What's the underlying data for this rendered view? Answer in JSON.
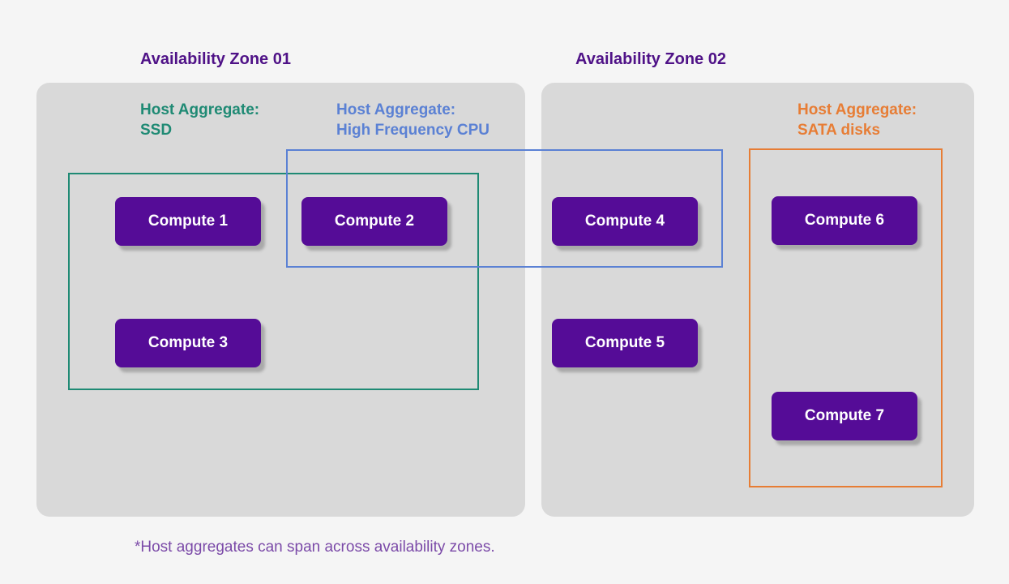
{
  "diagram": {
    "type": "availability-zones-host-aggregates",
    "footnote": "*Host aggregates can span across availability zones."
  },
  "colors": {
    "background": "#f5f5f5",
    "zone_panel": "#d9d9d9",
    "zone_title_text": "#4f1287",
    "compute_fill": "#550c97",
    "compute_text": "#ffffff",
    "aggregate_ssd": "#1f8a74",
    "aggregate_high_frequency_cpu": "#5b81d4",
    "aggregate_sata_disks": "#e77d35",
    "footnote_text": "#7b4aa8"
  },
  "zones": [
    {
      "title": "Availability Zone 01",
      "contains_computes": [
        "Compute 1",
        "Compute 2",
        "Compute 3"
      ]
    },
    {
      "title": "Availability Zone 02",
      "contains_computes": [
        "Compute 4",
        "Compute 5",
        "Compute 6",
        "Compute 7"
      ]
    }
  ],
  "aggregates": [
    {
      "line1": "Host Aggregate:",
      "line2": "SSD",
      "color": "#1f8a74",
      "contains_computes": [
        "Compute 1",
        "Compute 2",
        "Compute 3"
      ]
    },
    {
      "line1": "Host Aggregate:",
      "line2": "High Frequency CPU",
      "color": "#5b81d4",
      "contains_computes": [
        "Compute 2",
        "Compute 4"
      ]
    },
    {
      "line1": "Host Aggregate:",
      "line2": "SATA disks",
      "color": "#e77d35",
      "contains_computes": [
        "Compute 6",
        "Compute 7"
      ]
    }
  ],
  "computes": [
    {
      "label": "Compute 1"
    },
    {
      "label": "Compute 2"
    },
    {
      "label": "Compute 3"
    },
    {
      "label": "Compute 4"
    },
    {
      "label": "Compute 5"
    },
    {
      "label": "Compute 6"
    },
    {
      "label": "Compute 7"
    }
  ]
}
